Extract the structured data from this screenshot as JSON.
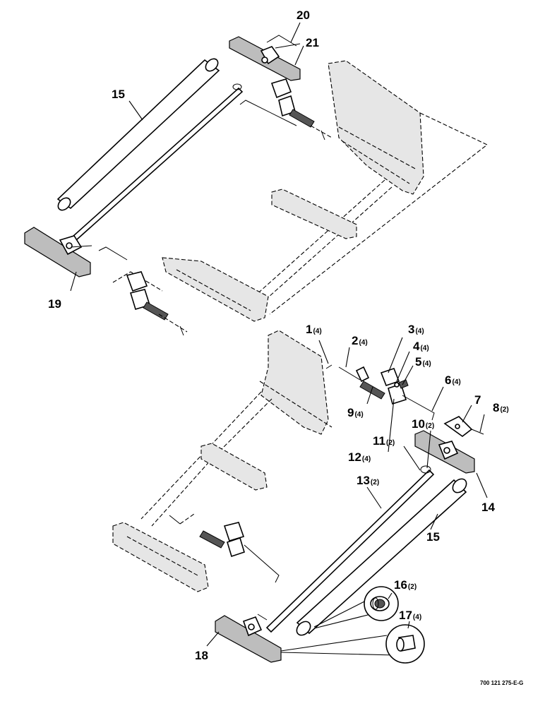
{
  "callouts": {
    "c1": {
      "num": "1",
      "qty": "(4)"
    },
    "c2": {
      "num": "2",
      "qty": "(4)"
    },
    "c3": {
      "num": "3",
      "qty": "(4)"
    },
    "c4": {
      "num": "4",
      "qty": "(4)"
    },
    "c5": {
      "num": "5",
      "qty": "(4)"
    },
    "c6": {
      "num": "6",
      "qty": "(4)"
    },
    "c7": {
      "num": "7",
      "qty": ""
    },
    "c8": {
      "num": "8",
      "qty": "(2)"
    },
    "c9": {
      "num": "9",
      "qty": "(4)"
    },
    "c10": {
      "num": "10",
      "qty": "(2)"
    },
    "c11": {
      "num": "11",
      "qty": "(2)"
    },
    "c12": {
      "num": "12",
      "qty": "(4)"
    },
    "c13": {
      "num": "13",
      "qty": "(2)"
    },
    "c14": {
      "num": "14",
      "qty": ""
    },
    "c15a": {
      "num": "15",
      "qty": ""
    },
    "c15b": {
      "num": "15",
      "qty": ""
    },
    "c16": {
      "num": "16",
      "qty": "(2)"
    },
    "c17": {
      "num": "17",
      "qty": "(4)"
    },
    "c18": {
      "num": "18",
      "qty": ""
    },
    "c19": {
      "num": "19",
      "qty": ""
    },
    "c20": {
      "num": "20",
      "qty": ""
    },
    "c21": {
      "num": "21",
      "qty": ""
    }
  },
  "document_number": "700 121 275-E-G"
}
